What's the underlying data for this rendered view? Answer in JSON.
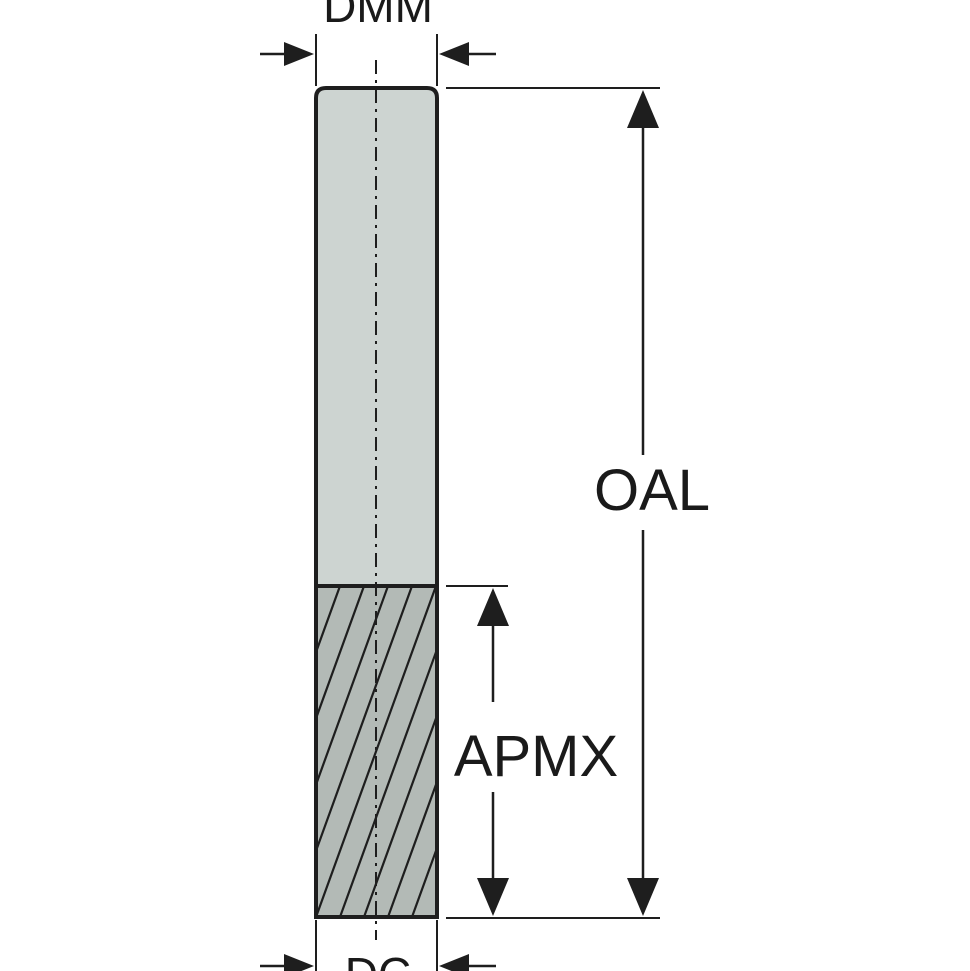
{
  "diagram": {
    "labels": {
      "dmm": "DMM",
      "oal": "OAL",
      "apmx": "APMX",
      "dc": "DC"
    },
    "colors": {
      "shank_fill": "#cdd4d1",
      "flute_fill": "#b3bab6",
      "outline": "#1e1e1e",
      "dimension_line": "#1e1e1e",
      "background": "#ffffff"
    }
  }
}
